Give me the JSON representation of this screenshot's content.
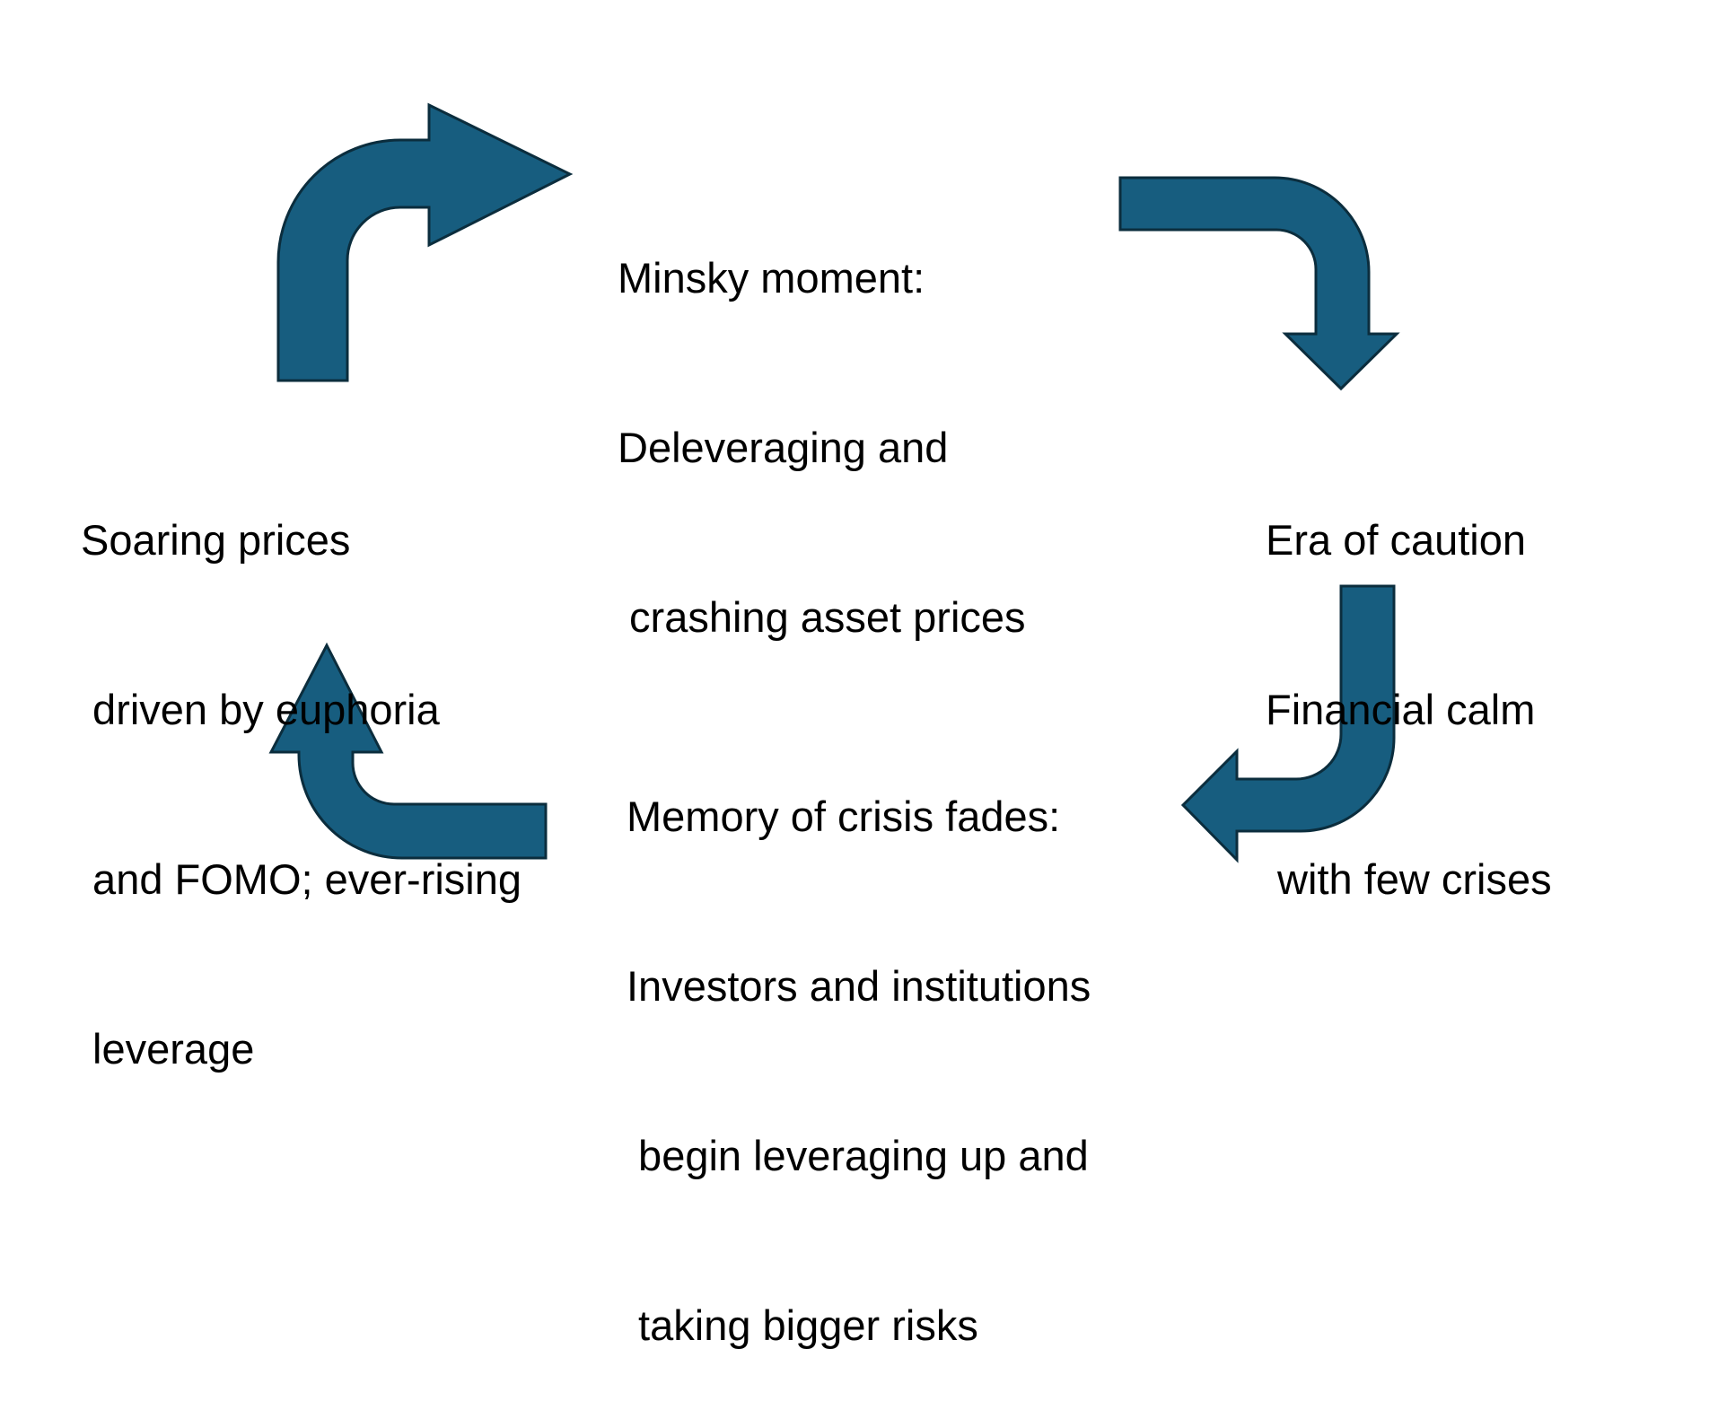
{
  "diagram": {
    "arrow_color": "#175d7f",
    "arrow_outline_color": "#0b2d3d",
    "stages": {
      "minsky_moment": {
        "lines": [
          "Minsky moment:",
          "Deleveraging and",
          " crashing asset prices"
        ]
      },
      "era_of_caution": {
        "lines": [
          "Era of caution",
          "Financial calm",
          " with few crises"
        ]
      },
      "memory_fades": {
        "lines": [
          "Memory of crisis fades:",
          "Investors and institutions",
          " begin leveraging up and",
          " taking bigger risks"
        ]
      },
      "soaring_prices": {
        "lines": [
          "Soaring prices",
          " driven by euphoria",
          " and FOMO; ever-rising",
          " leverage"
        ]
      }
    },
    "arrows": [
      {
        "from": "soaring_prices",
        "to": "minsky_moment",
        "icon": "curved-arrow-up-right-icon"
      },
      {
        "from": "minsky_moment",
        "to": "era_of_caution",
        "icon": "curved-arrow-right-down-icon"
      },
      {
        "from": "era_of_caution",
        "to": "memory_fades",
        "icon": "curved-arrow-down-left-icon"
      },
      {
        "from": "memory_fades",
        "to": "soaring_prices",
        "icon": "curved-arrow-left-up-icon"
      }
    ]
  }
}
